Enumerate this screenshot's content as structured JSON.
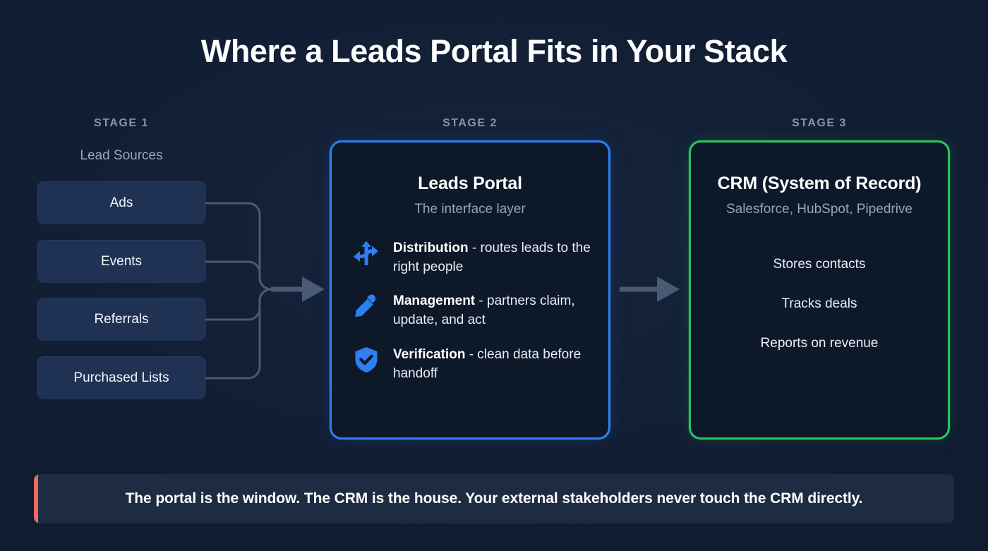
{
  "title": "Where a Leads Portal Fits in Your Stack",
  "theme": {
    "background": "#0e1a2e",
    "portal_accent": "#2f7ff0",
    "crm_accent": "#29c55f",
    "callout_accent": "#ee6a5a",
    "source_card_bg": "#1f3253",
    "connector": "#4a5a75",
    "muted_text": "#8794aa"
  },
  "stage1": {
    "label": "STAGE 1",
    "subtitle": "Lead Sources",
    "sources": [
      {
        "label": "Ads"
      },
      {
        "label": "Events"
      },
      {
        "label": "Referrals"
      },
      {
        "label": "Purchased Lists"
      }
    ]
  },
  "stage2": {
    "label": "STAGE 2",
    "title": "Leads Portal",
    "subtitle": "The interface layer",
    "features": [
      {
        "icon": "distribution-arrows-icon",
        "term": "Distribution",
        "description": " - routes leads to the right people"
      },
      {
        "icon": "pencil-icon",
        "term": "Management",
        "description": " - partners claim, update, and act"
      },
      {
        "icon": "shield-check-icon",
        "term": "Verification",
        "description": " - clean data before handoff"
      }
    ]
  },
  "stage3": {
    "label": "STAGE 3",
    "title": "CRM (System of Record)",
    "subtitle": "Salesforce, HubSpot, Pipedrive",
    "capabilities": [
      {
        "label": "Stores contacts"
      },
      {
        "label": "Tracks deals"
      },
      {
        "label": "Reports on revenue"
      }
    ]
  },
  "callout": {
    "text": "The portal is the window. The CRM is the house. Your external stakeholders never touch the CRM directly."
  }
}
